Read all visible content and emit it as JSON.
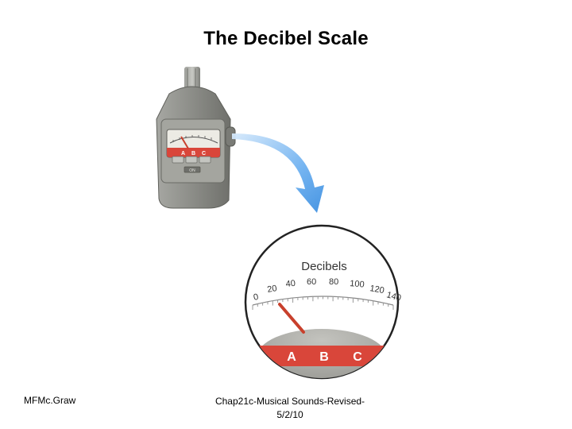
{
  "slide": {
    "title": "The Decibel Scale"
  },
  "meter": {
    "heading": "Decibels",
    "scale_labels": [
      "0",
      "20",
      "40",
      "60",
      "80",
      "100",
      "120",
      "140"
    ],
    "weighting_labels": [
      "A",
      "B",
      "C"
    ],
    "small_weighting_labels": [
      "A",
      "B",
      "C"
    ],
    "device_button_label": "ON",
    "needle_reading_db": 20,
    "colors": {
      "red_band": "#d9463a",
      "needle": "#c8402c",
      "arrow": "#4a9be8",
      "device_body": "#8e8f8a"
    }
  },
  "footer": {
    "left": "MFMc.Graw",
    "center_line1": "Chap21c-Musical Sounds-Revised-",
    "center_line2": "5/2/10"
  }
}
